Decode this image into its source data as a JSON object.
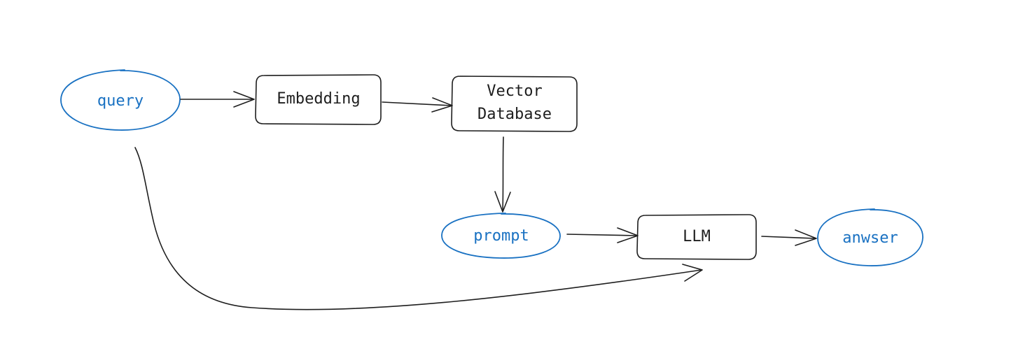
{
  "colors": {
    "ink": "#1e1e1e",
    "accent": "#1971c2",
    "background": "#ffffff"
  },
  "nodes": {
    "query": {
      "label": "query",
      "shape": "ellipse"
    },
    "embedding": {
      "label": "Embedding",
      "shape": "rounded-rectangle"
    },
    "vector_db": {
      "label_line1": "Vector",
      "label_line2": "Database",
      "shape": "rounded-rectangle"
    },
    "prompt": {
      "label": "prompt",
      "shape": "ellipse"
    },
    "llm": {
      "label": "LLM",
      "shape": "rounded-rectangle"
    },
    "answer": {
      "label": "anwser",
      "shape": "ellipse"
    }
  },
  "edges": [
    {
      "from": "query",
      "to": "embedding"
    },
    {
      "from": "embedding",
      "to": "vector_db"
    },
    {
      "from": "vector_db",
      "to": "prompt"
    },
    {
      "from": "prompt",
      "to": "llm"
    },
    {
      "from": "llm",
      "to": "answer"
    },
    {
      "from": "query",
      "to": "llm"
    }
  ]
}
